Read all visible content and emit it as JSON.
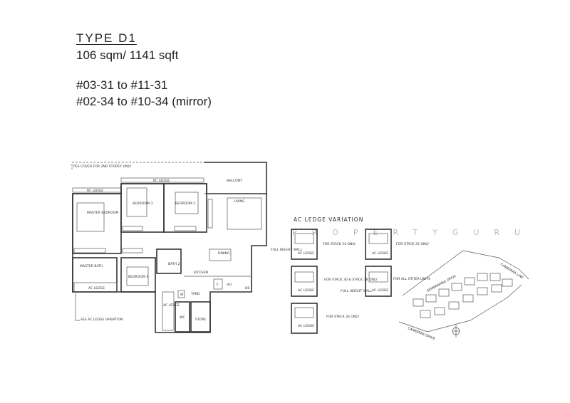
{
  "header": {
    "title": "TYPE D1",
    "area": "106 sqm/ 1141 sqft",
    "units_line1": "#03-31 to #11-31",
    "units_line2": "#02-34 to #10-34 (mirror)"
  },
  "floorplan": {
    "pes_note": "PES COVER FOR 2ND STOREY ONLY",
    "rc_ledge_top": "RC LEDGE",
    "rc_ledge_left": "RC LEDGE",
    "balcony": "BALCONY",
    "bedroom3": "BEDROOM 3",
    "bedroom2": "BEDROOM 2",
    "master_bedroom": "MASTER BEDROOM",
    "living": "LIVING",
    "master_bath": "MASTER BATH",
    "bedroom4": "BEDROOM 4",
    "bath2": "BATH 2",
    "dining": "DINING",
    "kitchen": "KITCHEN",
    "ac_ledge_left": "AC LEDGE",
    "ac_ledge_mid": "AC LEDGE",
    "fridge": "F",
    "hob": "HO",
    "dishrack": "DS",
    "yard": "YARD",
    "washer": "W",
    "wc": "WC",
    "store": "STORE",
    "see_variation": "SEE AC LEDGE VARIATION"
  },
  "variation": {
    "title": "AC LEDGE VARIATION",
    "box_label": "AC LEDGE",
    "full_height_wall": "FULL HEIGHT WALL",
    "stack34a": "FOR STACK 34 ONLY",
    "stack32": "FOR STACK 32 ONLY",
    "stack30": "FOR STACK 30 & STACK 38 ONLY",
    "other": "FOR ALL OTHER UNITS",
    "stack34b": "FOR STACK 34 ONLY"
  },
  "siteplan": {
    "road1": "CANBERRA LINK",
    "road2": "SEMBAWANG DRIVE",
    "road3": "CANBERRA DRIVE"
  },
  "watermark": "PROPERTYGURU"
}
